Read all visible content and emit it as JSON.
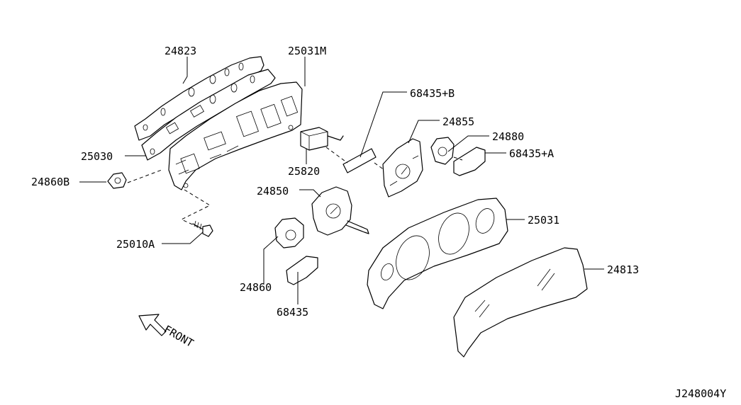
{
  "callouts": {
    "c24823": "24823",
    "c25031M": "25031M",
    "c68435B": "68435+B",
    "c24855": "24855",
    "c24880": "24880",
    "c68435A": "68435+A",
    "c25030": "25030",
    "c24860B": "24860B",
    "c25820": "25820",
    "c24850": "24850",
    "c25031": "25031",
    "c24813": "24813",
    "c25010A": "25010A",
    "c24860": "24860",
    "c68435": "68435"
  },
  "front_label": "FRONT",
  "diagram_code": "J248004Y"
}
